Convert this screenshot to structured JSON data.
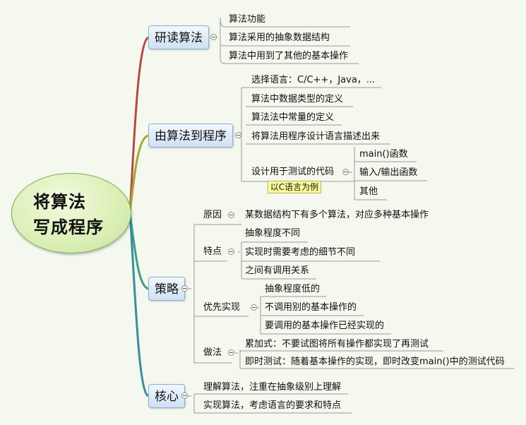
{
  "central": {
    "line1": "将算法",
    "line2": "写成程序"
  },
  "branches": [
    {
      "label": "研读算法",
      "children": [
        "算法功能",
        "算法采用的抽象数据结构",
        "算法中用到了其他的基本操作"
      ]
    },
    {
      "label": "由算法到程序",
      "children": [
        "选择语言：C/C++，Java，...",
        "算法中数据类型的定义",
        "算法法中常量的定义",
        "将算法用程序设计语言描述出来"
      ],
      "test": {
        "label": "设计用于测试的代码",
        "callout": "以C语言为例",
        "children": [
          "main()函数",
          "输入/输出函数",
          "其他"
        ]
      }
    },
    {
      "label": "策略",
      "groups": [
        {
          "label": "原因",
          "children": [
            "某数据结构下有多个算法，对应多种基本操作"
          ]
        },
        {
          "label": "特点",
          "children": [
            "抽象程度不同",
            "实现时需要考虑的细节不同",
            "之间有调用关系"
          ]
        },
        {
          "label": "优先实现",
          "children": [
            "抽象程度低的",
            "不调用别的基本操作的",
            "要调用的基本操作已经实现的"
          ]
        },
        {
          "label": "做法",
          "children": [
            "累加式：不要试图将所有操作都实现了再测试",
            "即时测试：随着基本操作的实现，即时改变main()中的测试代码"
          ]
        }
      ]
    },
    {
      "label": "核心",
      "children": [
        "理解算法，注重在抽象级别上理解",
        "实现算法，考虑语言的要求和特点"
      ]
    }
  ],
  "colors": {
    "branch1": "#b04a4a",
    "branch2": "#a8a832",
    "branch3": "#3c9c8c",
    "branch4": "#3c8c9c",
    "leaf_line": "#9a9a9a"
  }
}
